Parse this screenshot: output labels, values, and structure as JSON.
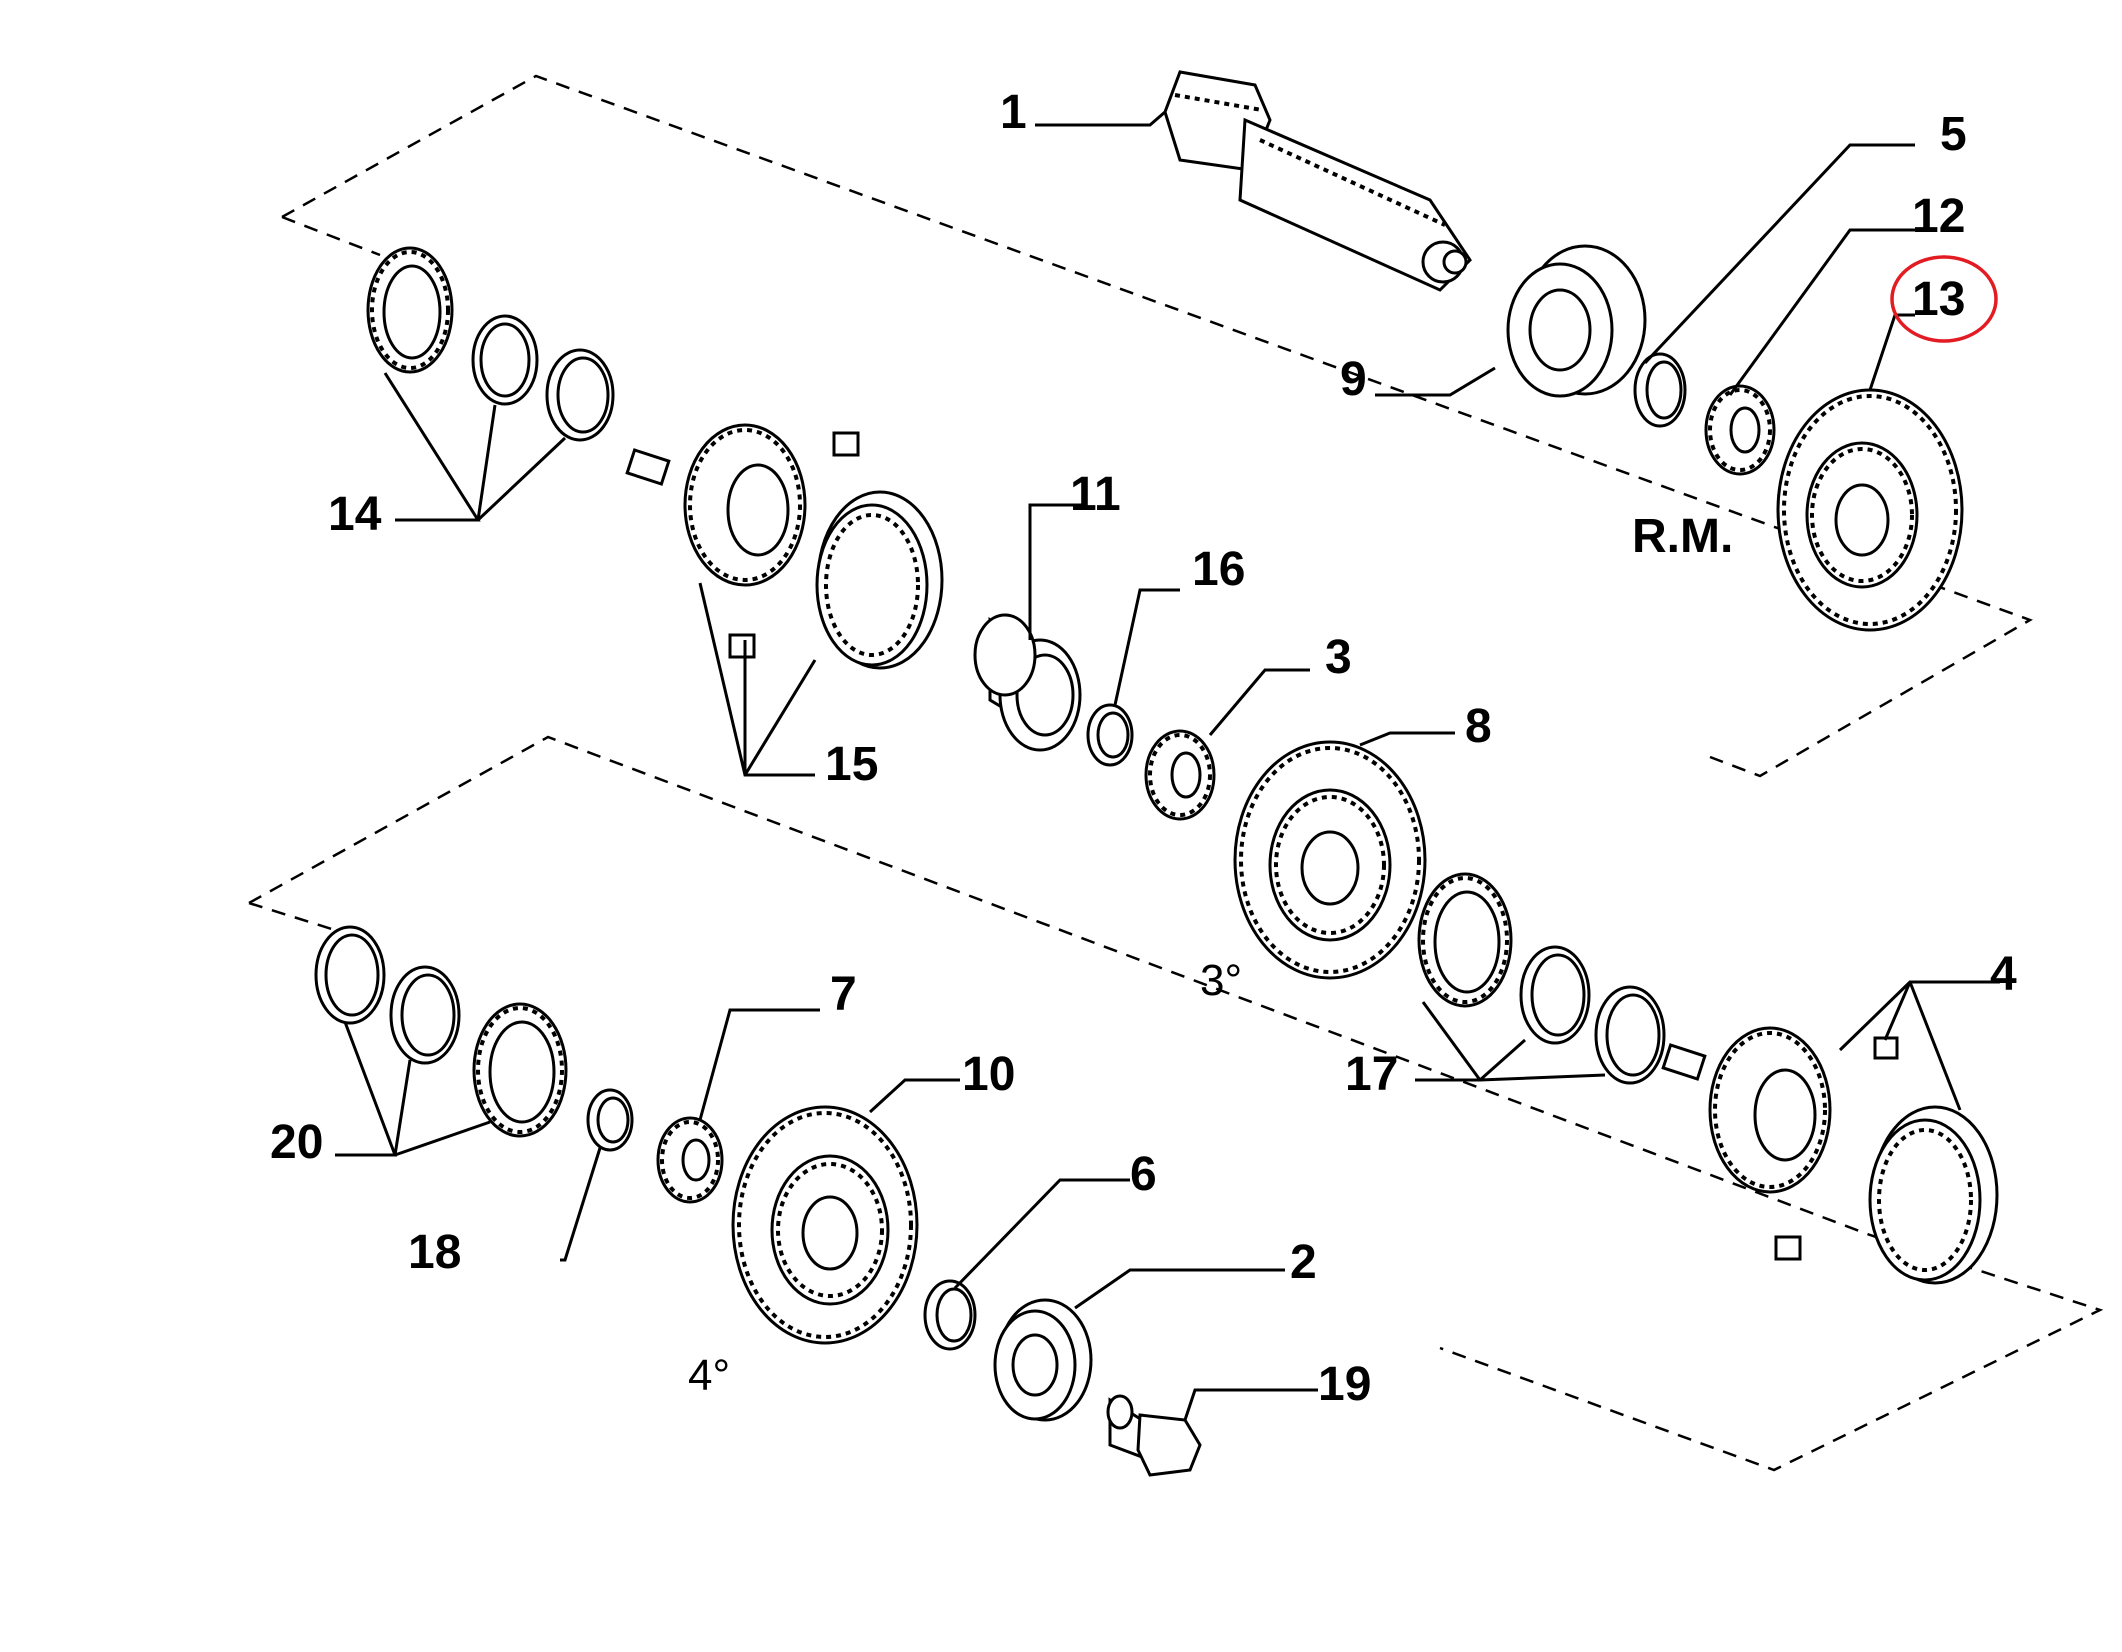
{
  "labels": {
    "p1": "1",
    "p2": "2",
    "p3": "3",
    "p4": "4",
    "p5": "5",
    "p6": "6",
    "p7": "7",
    "p8": "8",
    "p9": "9",
    "p10": "10",
    "p11": "11",
    "p12": "12",
    "p13": "13",
    "p14": "14",
    "p15": "15",
    "p16": "16",
    "p17": "17",
    "p18": "18",
    "p19": "19",
    "p20": "20"
  },
  "gear_labels": {
    "rm": "R.M.",
    "third": "3°",
    "fourth": "4°"
  },
  "highlight": {
    "part": "13",
    "color": "#e31b23"
  }
}
